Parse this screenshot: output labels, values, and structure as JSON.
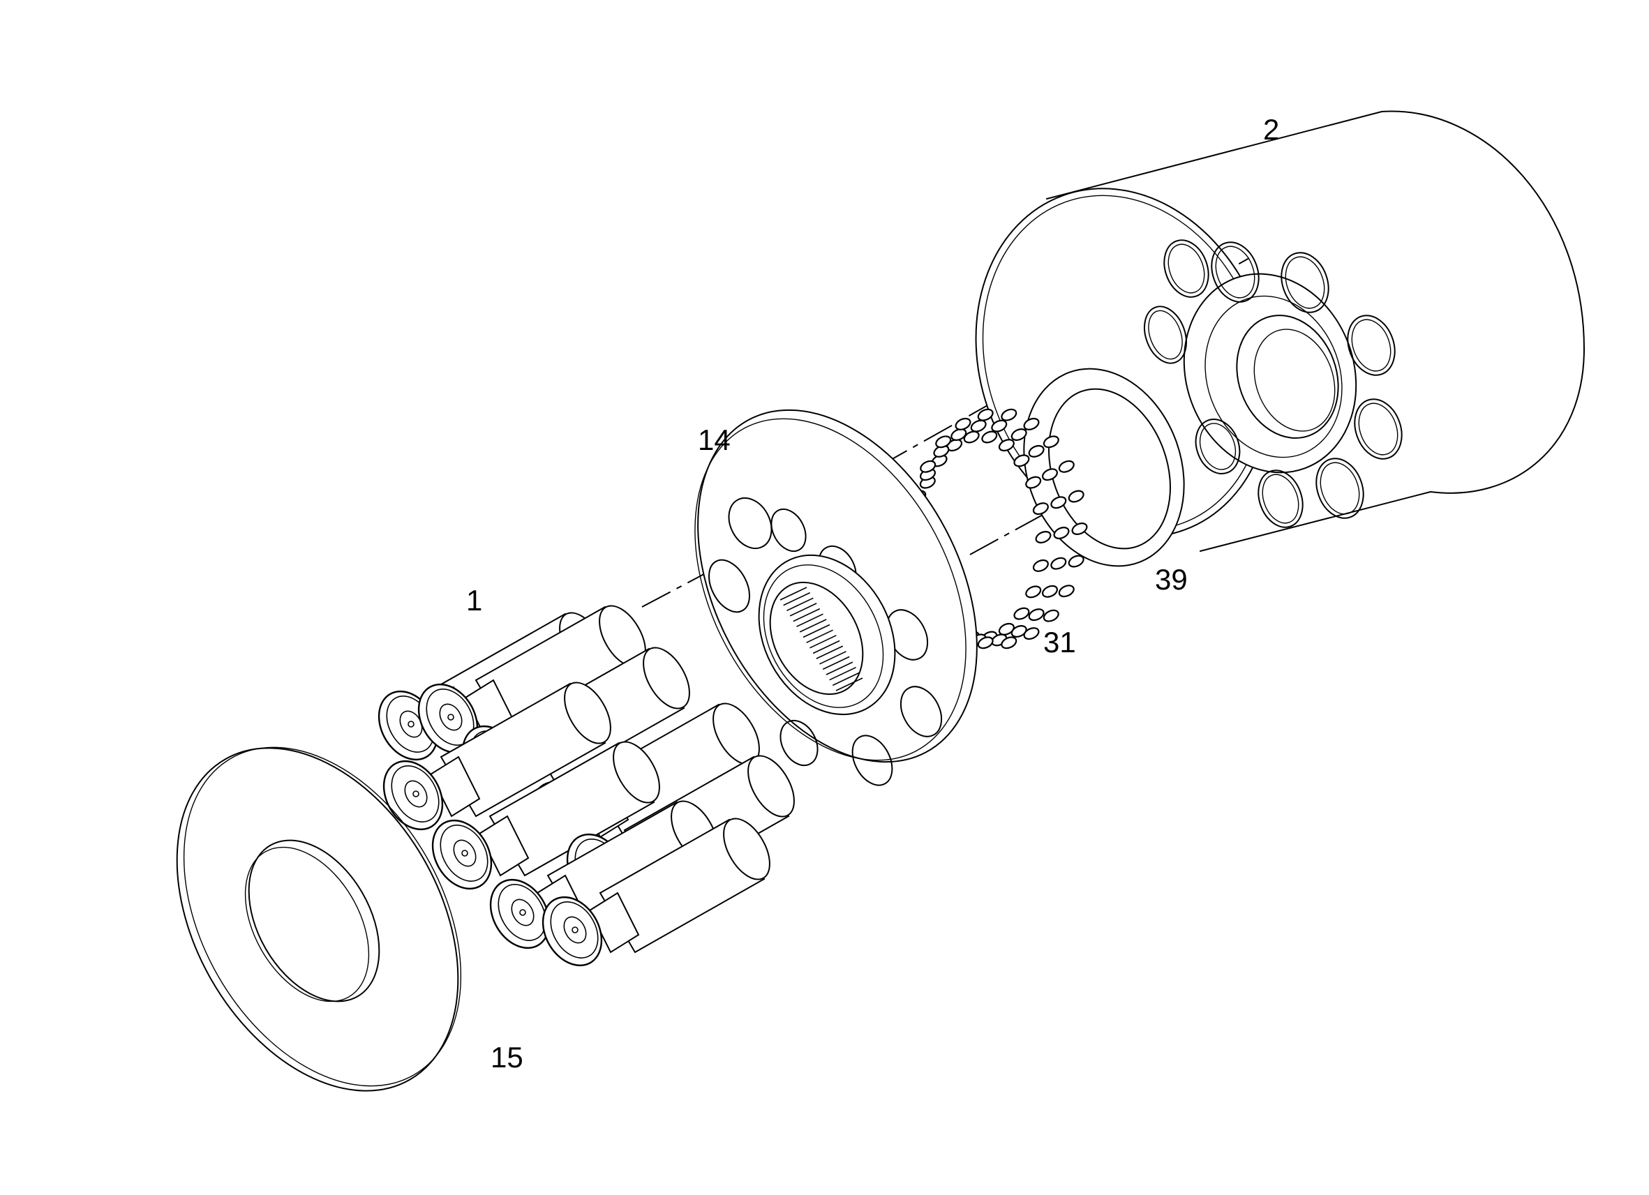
{
  "callouts": {
    "part_2": "2",
    "part_14": "14",
    "part_1": "1",
    "part_31": "31",
    "part_39": "39",
    "part_15": "15"
  }
}
